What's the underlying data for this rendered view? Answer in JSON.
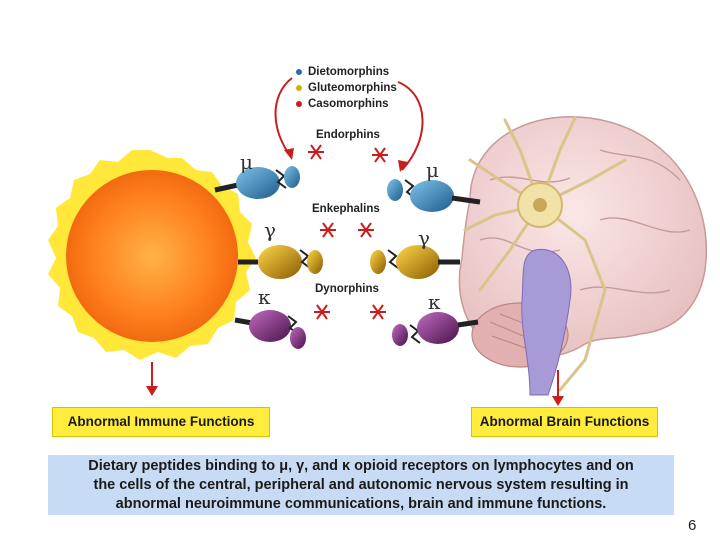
{
  "legend": [
    {
      "label": "Dietomorphins",
      "color": "#2b6cb0"
    },
    {
      "label": "Gluteomorphins",
      "color": "#d4b000"
    },
    {
      "label": "Casomorphins",
      "color": "#c81e1e"
    }
  ],
  "peptides": {
    "endorphins": "Endorphins",
    "enkephalins": "Enkephalins",
    "dynorphins": "Dynorphins"
  },
  "receptors": {
    "mu": "μ",
    "gamma": "γ",
    "kappa": "κ"
  },
  "boxes": {
    "immune": "Abnormal Immune Functions",
    "brain": "Abnormal Brain Functions"
  },
  "caption": {
    "line1": "Dietary peptides binding to μ, γ, and κ opioid receptors on lymphocytes and on",
    "line2": "the cells of the central, peripheral and autonomic nervous system resulting in",
    "line3": "abnormal neuroimmune communications, brain and immune functions."
  },
  "page_number": "6",
  "colors": {
    "box_fill": "#ffec3d",
    "caption_fill": "#c7dcf4",
    "arrow": "#c81e1e",
    "mu_receptor": "#3a7fb5",
    "gamma_receptor": "#c8a000",
    "kappa_receptor": "#7a2a7a"
  }
}
